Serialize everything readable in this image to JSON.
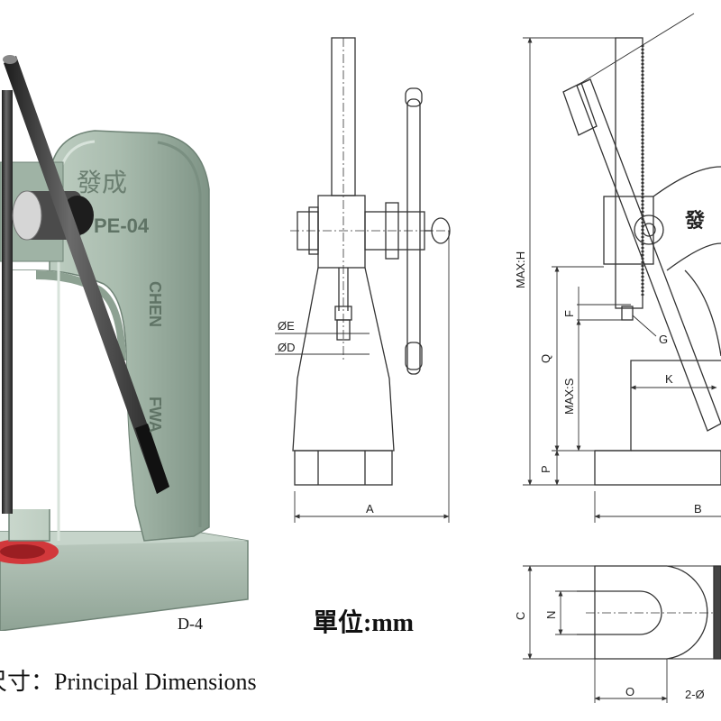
{
  "photo": {
    "casting_text_1": "發成",
    "casting_text_2": "PE-04",
    "casting_text_3": "CHEN",
    "casting_text_4": "FWA",
    "model_label": "D-4"
  },
  "front_view": {
    "labels": {
      "phi_e": "ØE",
      "phi_d": "ØD",
      "a": "A"
    }
  },
  "side_view": {
    "labels": {
      "max_h": "MAX:H",
      "q": "Q",
      "max_s": "MAX:S",
      "p": "P",
      "f": "F",
      "g": "G",
      "k": "K",
      "b": "B",
      "logo": "發"
    }
  },
  "top_view": {
    "labels": {
      "c": "C",
      "n": "N",
      "o": "O",
      "holes": "2-Ø"
    }
  },
  "units_caption": "單位:mm",
  "title_caption": "尺寸：Principal Dimensions",
  "colors": {
    "casting_green": "#a9bcae",
    "casting_dark": "#7f9486",
    "casting_light": "#c9d7cc",
    "steel": "#3a3a3a",
    "hole_red": "#d2383b",
    "line": "#333333"
  }
}
